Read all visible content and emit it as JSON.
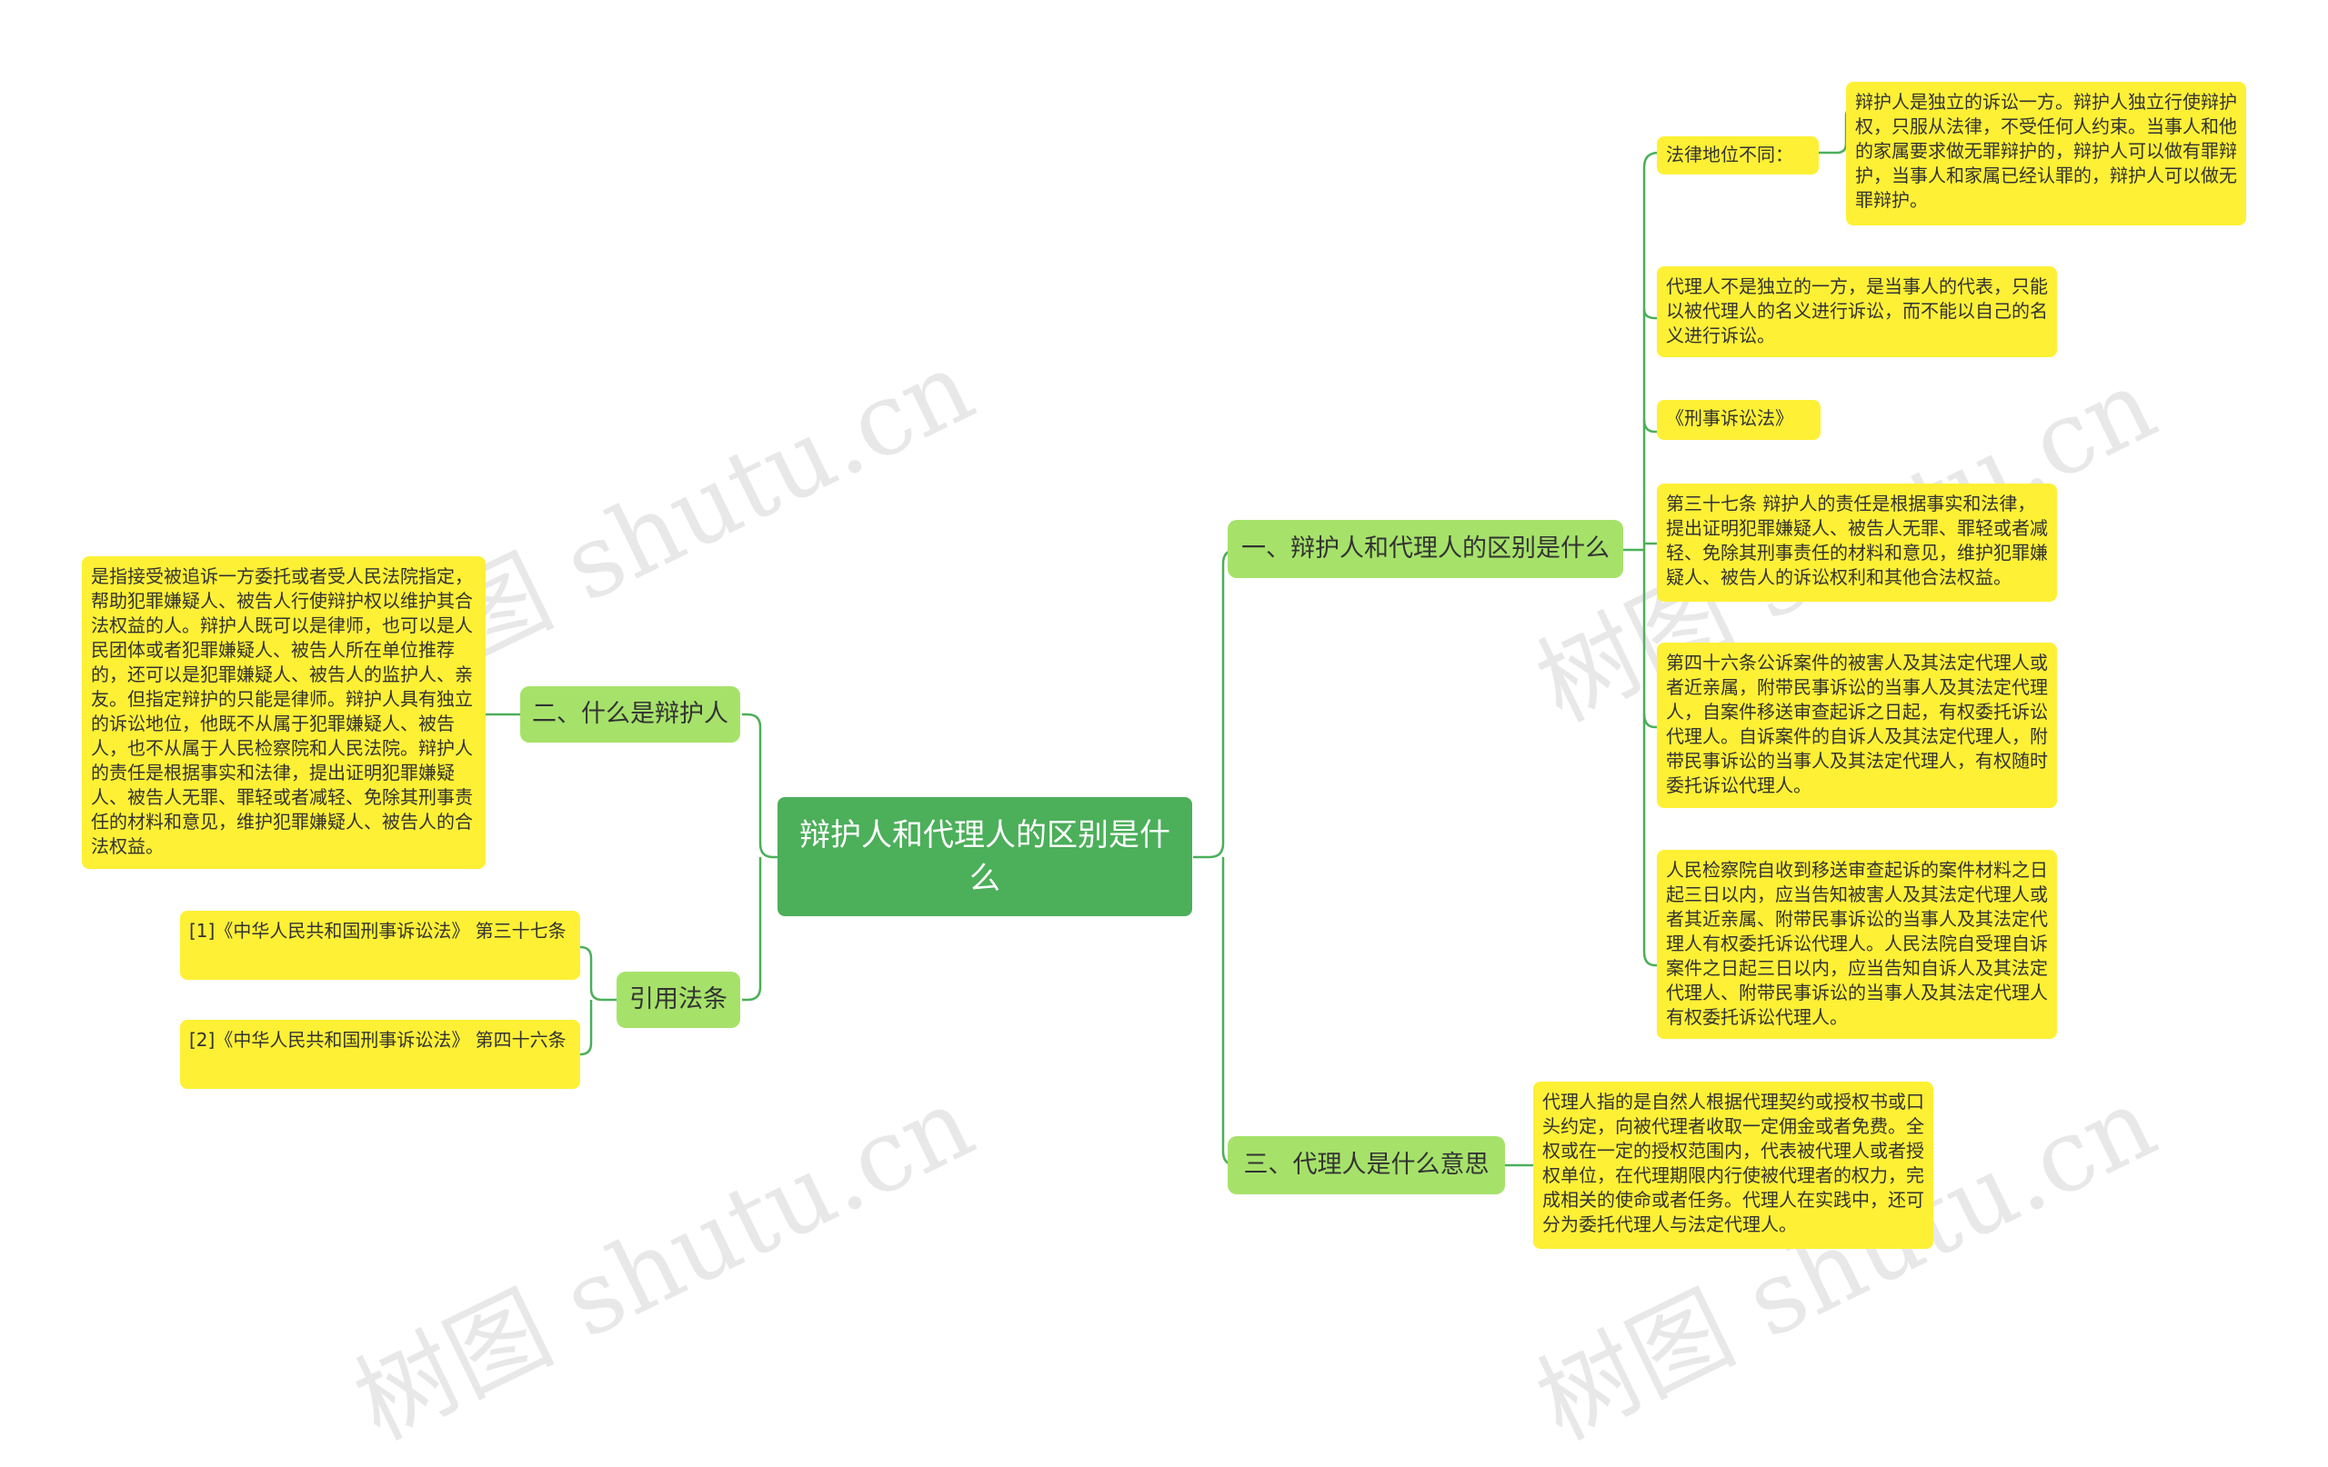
{
  "root": {
    "label": "辩护人和代理人的区别是什么"
  },
  "branches": {
    "b1": {
      "label": "一、辩护人和代理人的区别是什么"
    },
    "b2": {
      "label": "二、什么是辩护人"
    },
    "b3": {
      "label": "三、代理人是什么意思"
    },
    "b4": {
      "label": "引用法条"
    }
  },
  "leaves": {
    "legal_status": "法律地位不同：",
    "defender_independent": "辩护人是独立的诉讼一方。辩护人独立行使辩护权，只服从法律，不受任何人约束。当事人和他的家属要求做无罪辩护的，辩护人可以做有罪辩护，当事人和家属已经认罪的，辩护人可以做无罪辩护。",
    "agent_not_independent": "代理人不是独立的一方，是当事人的代表，只能以被代理人的名义进行诉讼，而不能以自己的名义进行诉讼。",
    "criminal_procedure_law": "《刑事诉讼法》",
    "article_37": "第三十七条 辩护人的责任是根据事实和法律，提出证明犯罪嫌疑人、被告人无罪、罪轻或者减轻、免除其刑事责任的材料和意见，维护犯罪嫌疑人、被告人的诉讼权利和其他合法权益。",
    "article_46": "第四十六条公诉案件的被害人及其法定代理人或者近亲属，附带民事诉讼的当事人及其法定代理人，自案件移送审查起诉之日起，有权委托诉讼代理人。自诉案件的自诉人及其法定代理人，附带民事诉讼的当事人及其法定代理人，有权随时委托诉讼代理人。",
    "procuratorate": "人民检察院自收到移送审查起诉的案件材料之日起三日以内，应当告知被害人及其法定代理人或者其近亲属、附带民事诉讼的当事人及其法定代理人有权委托诉讼代理人。人民法院自受理自诉案件之日起三日以内，应当告知自诉人及其法定代理人、附带民事诉讼的当事人及其法定代理人有权委托诉讼代理人。",
    "agent_meaning": "代理人指的是自然人根据代理契约或授权书或口头约定，向被代理者收取一定佣金或者免费。全权或在一定的授权范围内，代表被代理人或者授权单位，在代理期限内行使被代理者的权力，完成相关的使命或者任务。代理人在实践中，还可分为委托代理人与法定代理人。",
    "defender_definition": "是指接受被追诉一方委托或者受人民法院指定，帮助犯罪嫌疑人、被告人行使辩护权以维护其合法权益的人。辩护人既可以是律师，也可以是人民团体或者犯罪嫌疑人、被告人所在单位推荐的，还可以是犯罪嫌疑人、被告人的监护人、亲友。但指定辩护的只能是律师。辩护人具有独立的诉讼地位，他既不从属于犯罪嫌疑人、被告人，也不从属于人民检察院和人民法院。辩护人的责任是根据事实和法律，提出证明犯罪嫌疑人、被告人无罪、罪轻或者减轻、免除其刑事责任的材料和意见，维护犯罪嫌疑人、被告人的合法权益。",
    "ref_1": "[1]《中华人民共和国刑事诉讼法》 第三十七条",
    "ref_2": "[2]《中华人民共和国刑事诉讼法》 第四十六条"
  },
  "colors": {
    "root": "#4caf5a",
    "branch": "#a6e26a",
    "leaf": "#fef035",
    "line": "#4caf5a"
  }
}
